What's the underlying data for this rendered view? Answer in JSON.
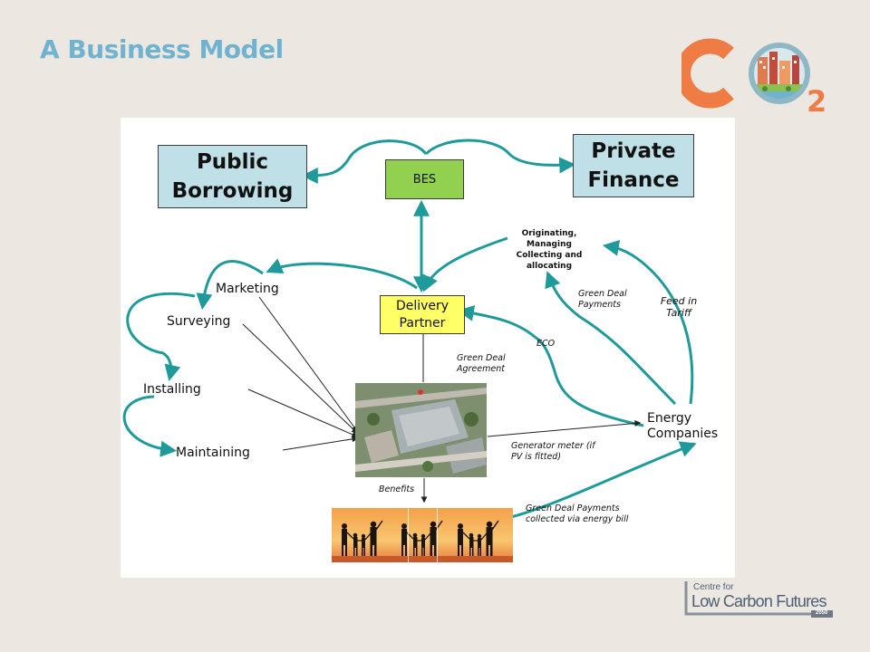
{
  "slide": {
    "title": "A Business Model"
  },
  "nodes": {
    "public_borrowing": "Public Borrowing",
    "private_finance": "Private Finance",
    "bes": "BES",
    "delivery_partner": "Delivery Partner",
    "originating": "Originating, Managing Collecting and allocating",
    "energy_companies": "Energy Companies"
  },
  "activities": {
    "marketing": "Marketing",
    "surveying": "Surveying",
    "installing": "Installing",
    "maintaining": "Maintaining"
  },
  "annotations": {
    "green_deal_payments": "Green Deal Payments",
    "feed_in_tariff": "Feed in Tariff",
    "eco": "ECO",
    "green_deal_agreement": "Green Deal Agreement",
    "generator_meter": "Generator meter (if PV is fitted)",
    "benefits": "Benefits",
    "green_deal_payments_bill": "Green Deal Payments collected via energy bill"
  },
  "logos": {
    "co2": {
      "c": "C",
      "sub": "2"
    },
    "centre": {
      "line1": "Centre for",
      "line2": "Low Carbon Futures",
      "badge": "2050"
    }
  },
  "colors": {
    "title": "#6fb3d1",
    "arrow": "#1f9a9a",
    "big_box": "#bfe0e6",
    "bes_box": "#92d050",
    "dp_box": "#ffff66",
    "logo_orange": "#ef7b45"
  }
}
